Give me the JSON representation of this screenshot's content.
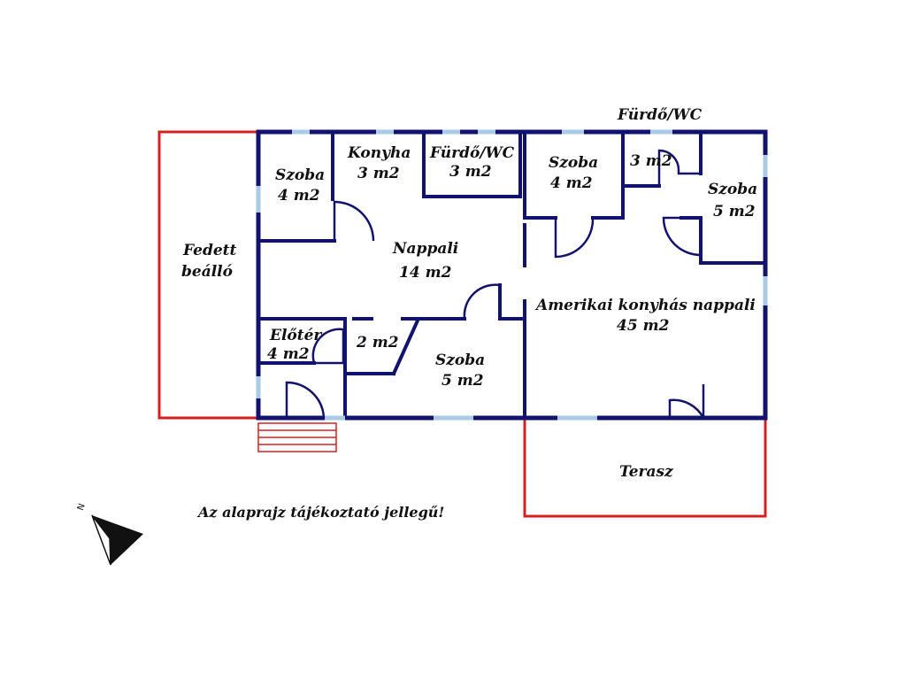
{
  "rooms": {
    "furdo_wc_outside": "Fürdő/WC",
    "szoba_nw_name": "Szoba",
    "szoba_nw_area": "4 m2",
    "konyha_name": "Konyha",
    "konyha_area": "3 m2",
    "furdo_name": "Fürdő/WC",
    "furdo_area": "3 m2",
    "szoba_n_name": "Szoba",
    "szoba_n_area": "4 m2",
    "wc_small_area": "3 m2",
    "szoba_ne_name": "Szoba",
    "szoba_ne_area": "5 m2",
    "fedett_line1": "Fedett",
    "fedett_line2": "beálló",
    "nappali_name": "Nappali",
    "nappali_area": "14 m2",
    "amerikai_name": "Amerikai konyhás nappali",
    "amerikai_area": "45 m2",
    "eloter_name": "Előtér",
    "eloter_area": "4 m2",
    "small_area": "2 m2",
    "szoba_s_name": "Szoba",
    "szoba_s_area": "5 m2",
    "terasz_name": "Terasz"
  },
  "disclaimer": "Az alaprajz tájékoztató jellegű!",
  "compass": {
    "letter": "N",
    "icon": "north-arrow-icon"
  },
  "colors": {
    "wall": "#12136e",
    "outline": "#d42020",
    "window": "#a9cbe6"
  }
}
